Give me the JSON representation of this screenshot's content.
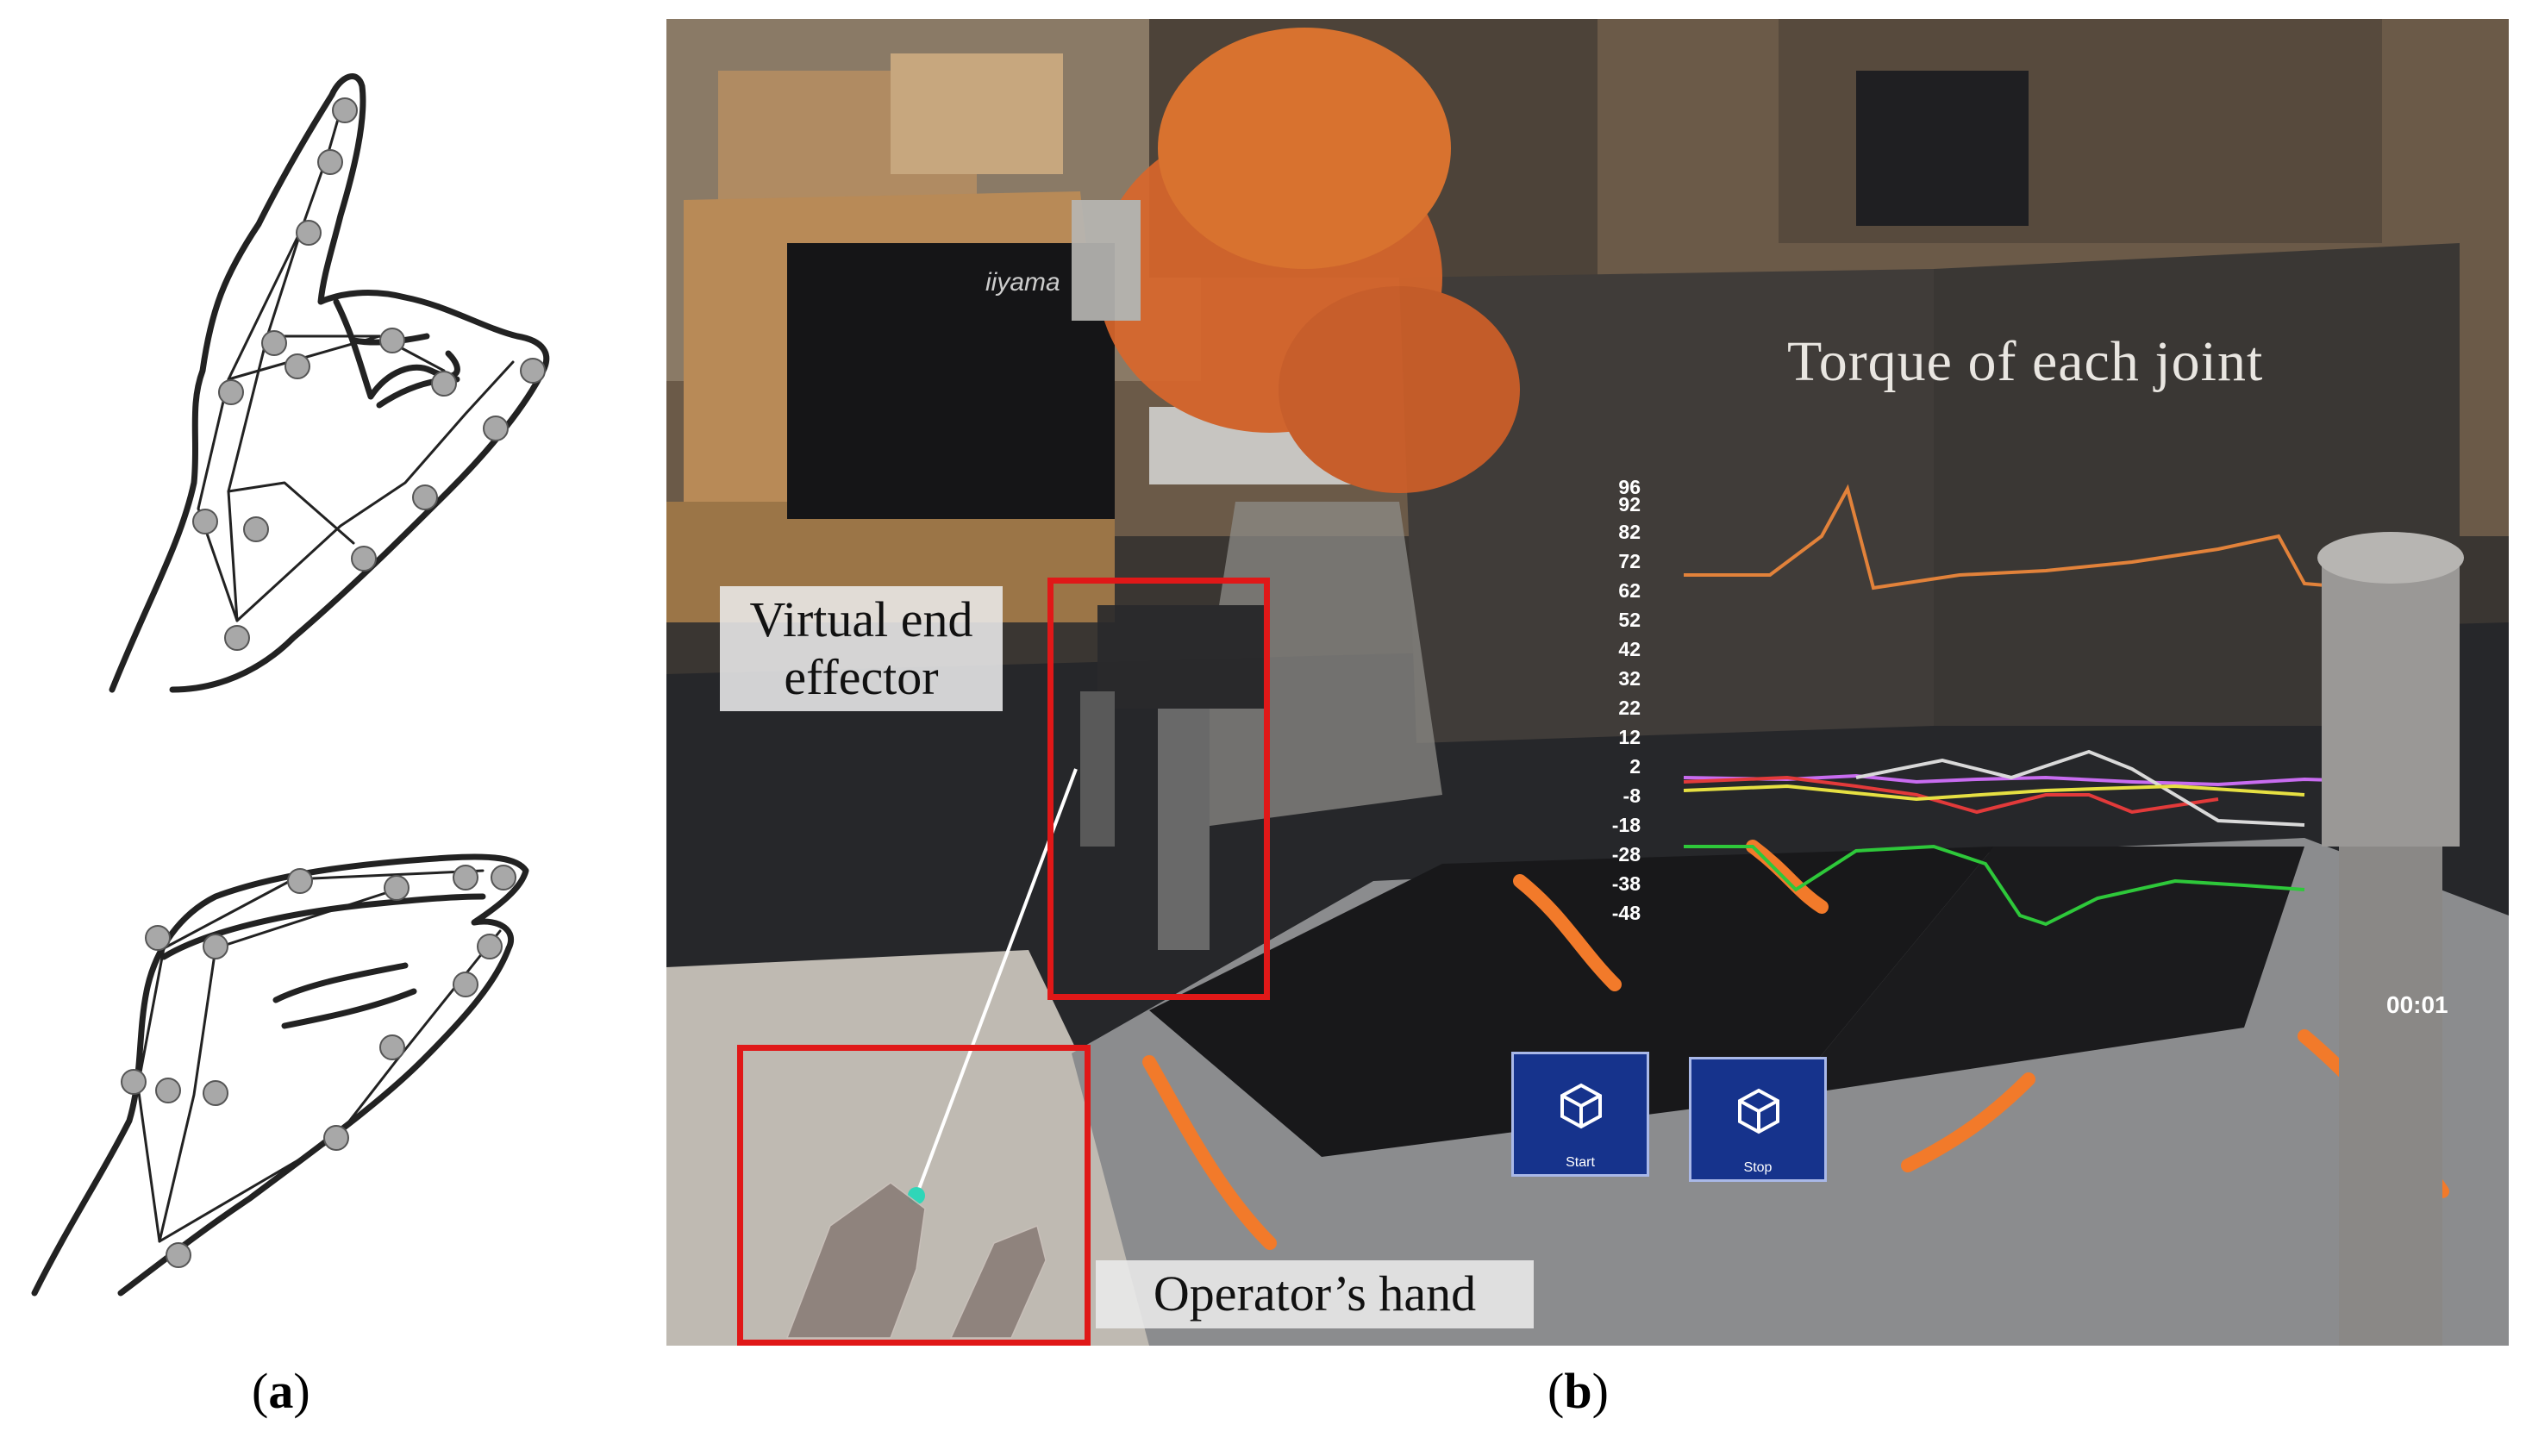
{
  "captions": {
    "a": "a",
    "b": "b"
  },
  "labels": {
    "virtual_end_effector": "Virtual end effector",
    "operators_hand": "Operator’s hand",
    "torque_title": "Torque of each joint"
  },
  "monitor_brand": "iiyama",
  "y_ticks": [
    "96",
    "92",
    "82",
    "72",
    "62",
    "52",
    "42",
    "32",
    "22",
    "12",
    "2",
    "-8",
    "-18",
    "-28",
    "-38",
    "-48"
  ],
  "buttons": {
    "start": "Start",
    "stop": "Stop"
  },
  "timer": "00:01",
  "colors": {
    "highlight_box": "#e01818",
    "robot_orange": "#d9672c",
    "button_blue": "#16338c"
  }
}
